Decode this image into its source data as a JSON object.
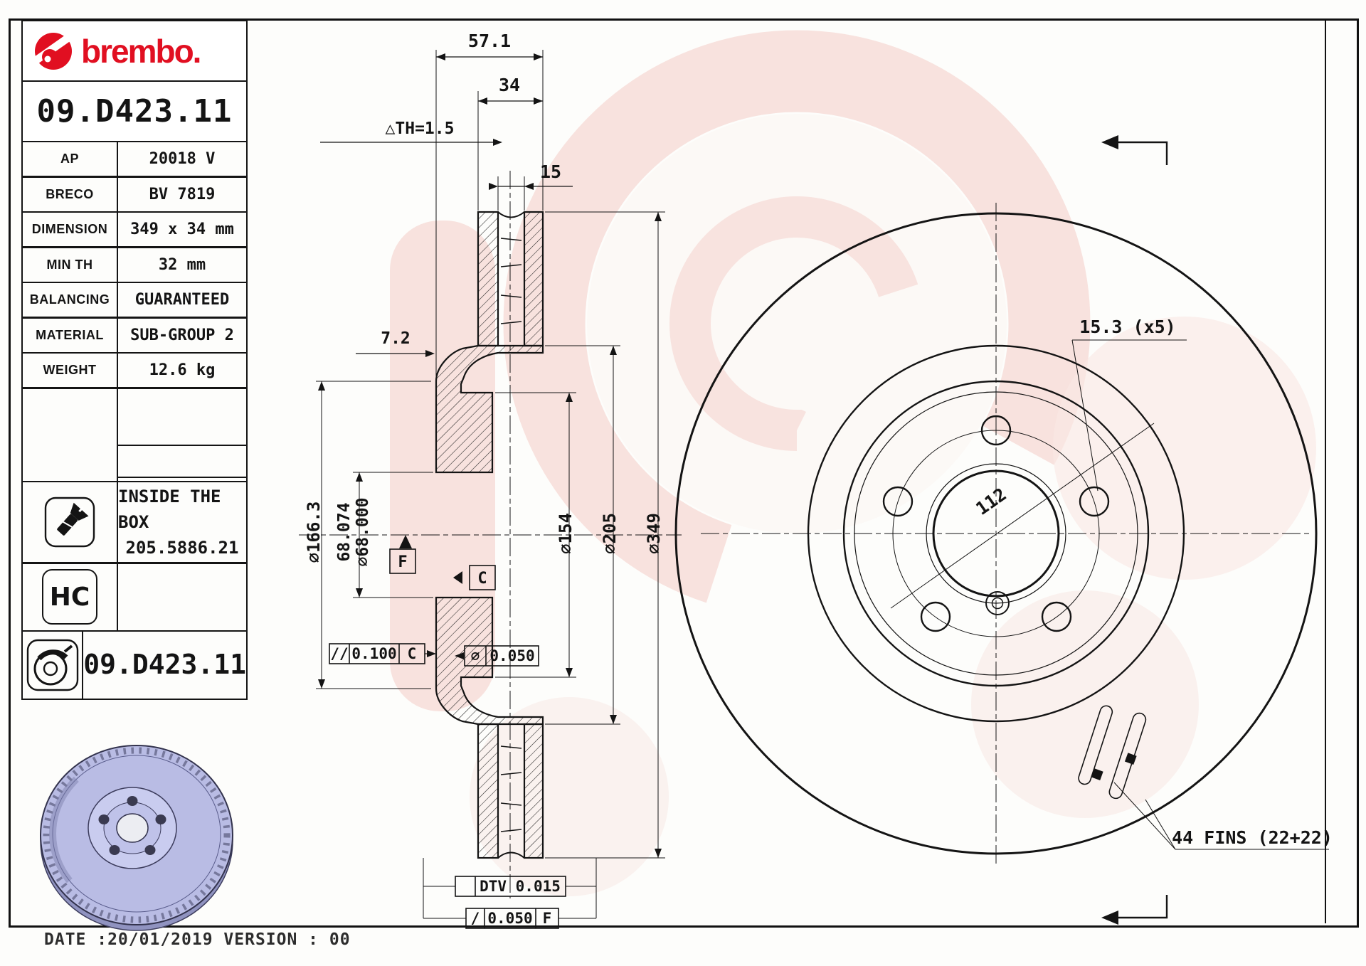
{
  "brand": {
    "wordmark": "brembo."
  },
  "title_block": {
    "part_number": "09.D423.11",
    "rows": [
      {
        "label": "AP",
        "value": "20018 V"
      },
      {
        "label": "BRECO",
        "value": "BV 7819"
      },
      {
        "label": "DIMENSION",
        "value": "349 x 34 mm"
      },
      {
        "label": "MIN TH",
        "value": "32 mm"
      },
      {
        "label": "BALANCING",
        "value": "GUARANTEED"
      },
      {
        "label": "MATERIAL",
        "value": "SUB-GROUP 2"
      },
      {
        "label": "WEIGHT",
        "value": "12.6 kg"
      }
    ],
    "inside_the_box_line1": "INSIDE THE BOX",
    "inside_the_box_line2": "205.5886.21",
    "hc": "HC",
    "bottom_part_number": "09.D423.11"
  },
  "section_view": {
    "dim_total_width": "57.1",
    "dim_band_width": "34",
    "dim_th": "△TH=1.5",
    "dim_plate": "15",
    "dim_offset": "7.2",
    "dia_hat": "∅166.3",
    "dia_bore_line1": "68.074",
    "dia_bore_line2": "∅68.000",
    "dia_inner": "∅154",
    "dia_band_inner": "∅205",
    "dia_outer": "∅349",
    "frame_parallel": {
      "symbol": "//",
      "value": "0.100",
      "datum": "C"
    },
    "frame_circular": {
      "symbol": "⌀",
      "value": "0.050"
    },
    "frame_dtv": {
      "value": "DTV 0.015"
    },
    "frame_runout": {
      "symbol": "/",
      "value": "0.050",
      "datum": "F"
    },
    "datum_c": "C",
    "datum_f": "F"
  },
  "front_view": {
    "dim_holes": "15.3 (x5)",
    "dim_pitch": "112",
    "dim_fins": "44 FINS (22+22)"
  },
  "footer": {
    "date_version": "DATE :20/01/2019 VERSION : 00"
  },
  "colors": {
    "brand_red": "#e10f21",
    "watermark_pink": "#f3c7c0",
    "disc_render_lavender": "#b9bce4"
  }
}
